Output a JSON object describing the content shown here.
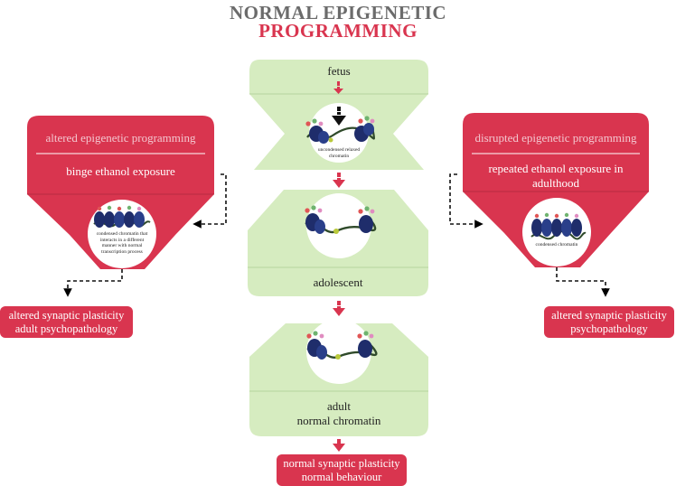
{
  "title": {
    "line1": "NORMAL EPIGENETIC",
    "line2": "PROGRAMMING"
  },
  "colors": {
    "red": "#d9354f",
    "green": "#d6ecc0",
    "grey_title": "#6b6b6b",
    "dark_green": "#2f4a2a",
    "nucleosome_blue": "#1f2d6b"
  },
  "center": {
    "fetus_label": "fetus",
    "fetus_chromatin_caption": "uncondensed relaxed chromatin",
    "adolescent_label": "adolescent",
    "adult_label_line1": "adult",
    "adult_label_line2": "normal chromatin",
    "outcome_line1": "normal synaptic plasticity",
    "outcome_line2": "normal behaviour"
  },
  "left": {
    "header": "altered epigenetic programming",
    "exposure": "binge ethanol exposure",
    "chromatin_caption": "condensed chromatin that interacts in a different manner with normal transcription process",
    "outcome_line1": "altered synaptic plasticity",
    "outcome_line2": "adult psychopathology"
  },
  "right": {
    "header": "disrupted epigenetic programming",
    "exposure_line1": "repeated ethanol exposure in",
    "exposure_line2": "adulthood",
    "chromatin_caption": "condensed chromatin",
    "outcome_line1": "altered synaptic plasticity",
    "outcome_line2": "psychopathology"
  }
}
